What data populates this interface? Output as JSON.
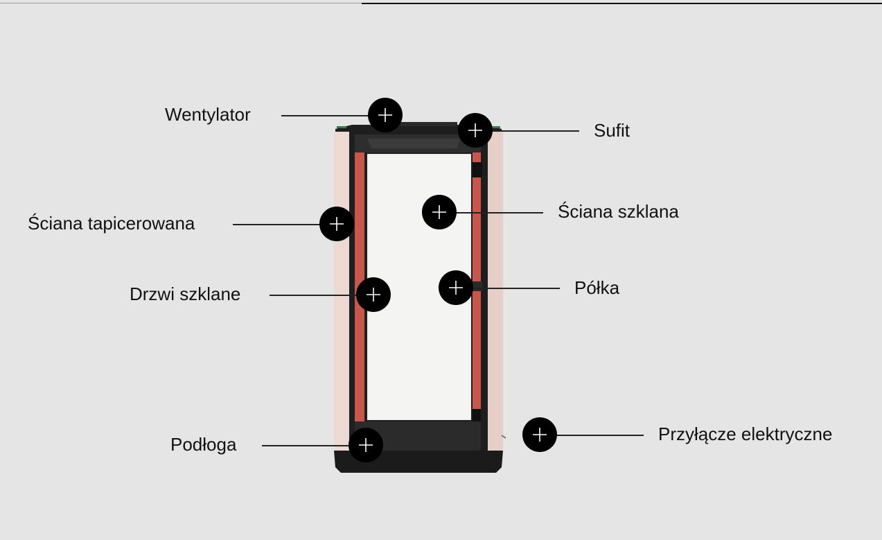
{
  "hotspots": [
    {
      "id": "wentylator",
      "label": "Wentylator"
    },
    {
      "id": "sufit",
      "label": "Sufit"
    },
    {
      "id": "sciana-tapicerowana",
      "label": "Ściana tapicerowana"
    },
    {
      "id": "sciana-szklana",
      "label": "Ściana szklana"
    },
    {
      "id": "drzwi-szklane",
      "label": "Drzwi szklane"
    },
    {
      "id": "polka",
      "label": "Półka"
    },
    {
      "id": "podloga",
      "label": "Podłoga"
    },
    {
      "id": "przylacze-elektryczne",
      "label": "Przyłącze elektryczne"
    }
  ],
  "icons": {
    "hotspot": "plus-icon"
  },
  "colors": {
    "background": "#e5e5e5",
    "hotspot": "#000000",
    "upholstery": "#c8564a",
    "shell": "#ecd9d1",
    "frame": "#1e1e1e"
  }
}
